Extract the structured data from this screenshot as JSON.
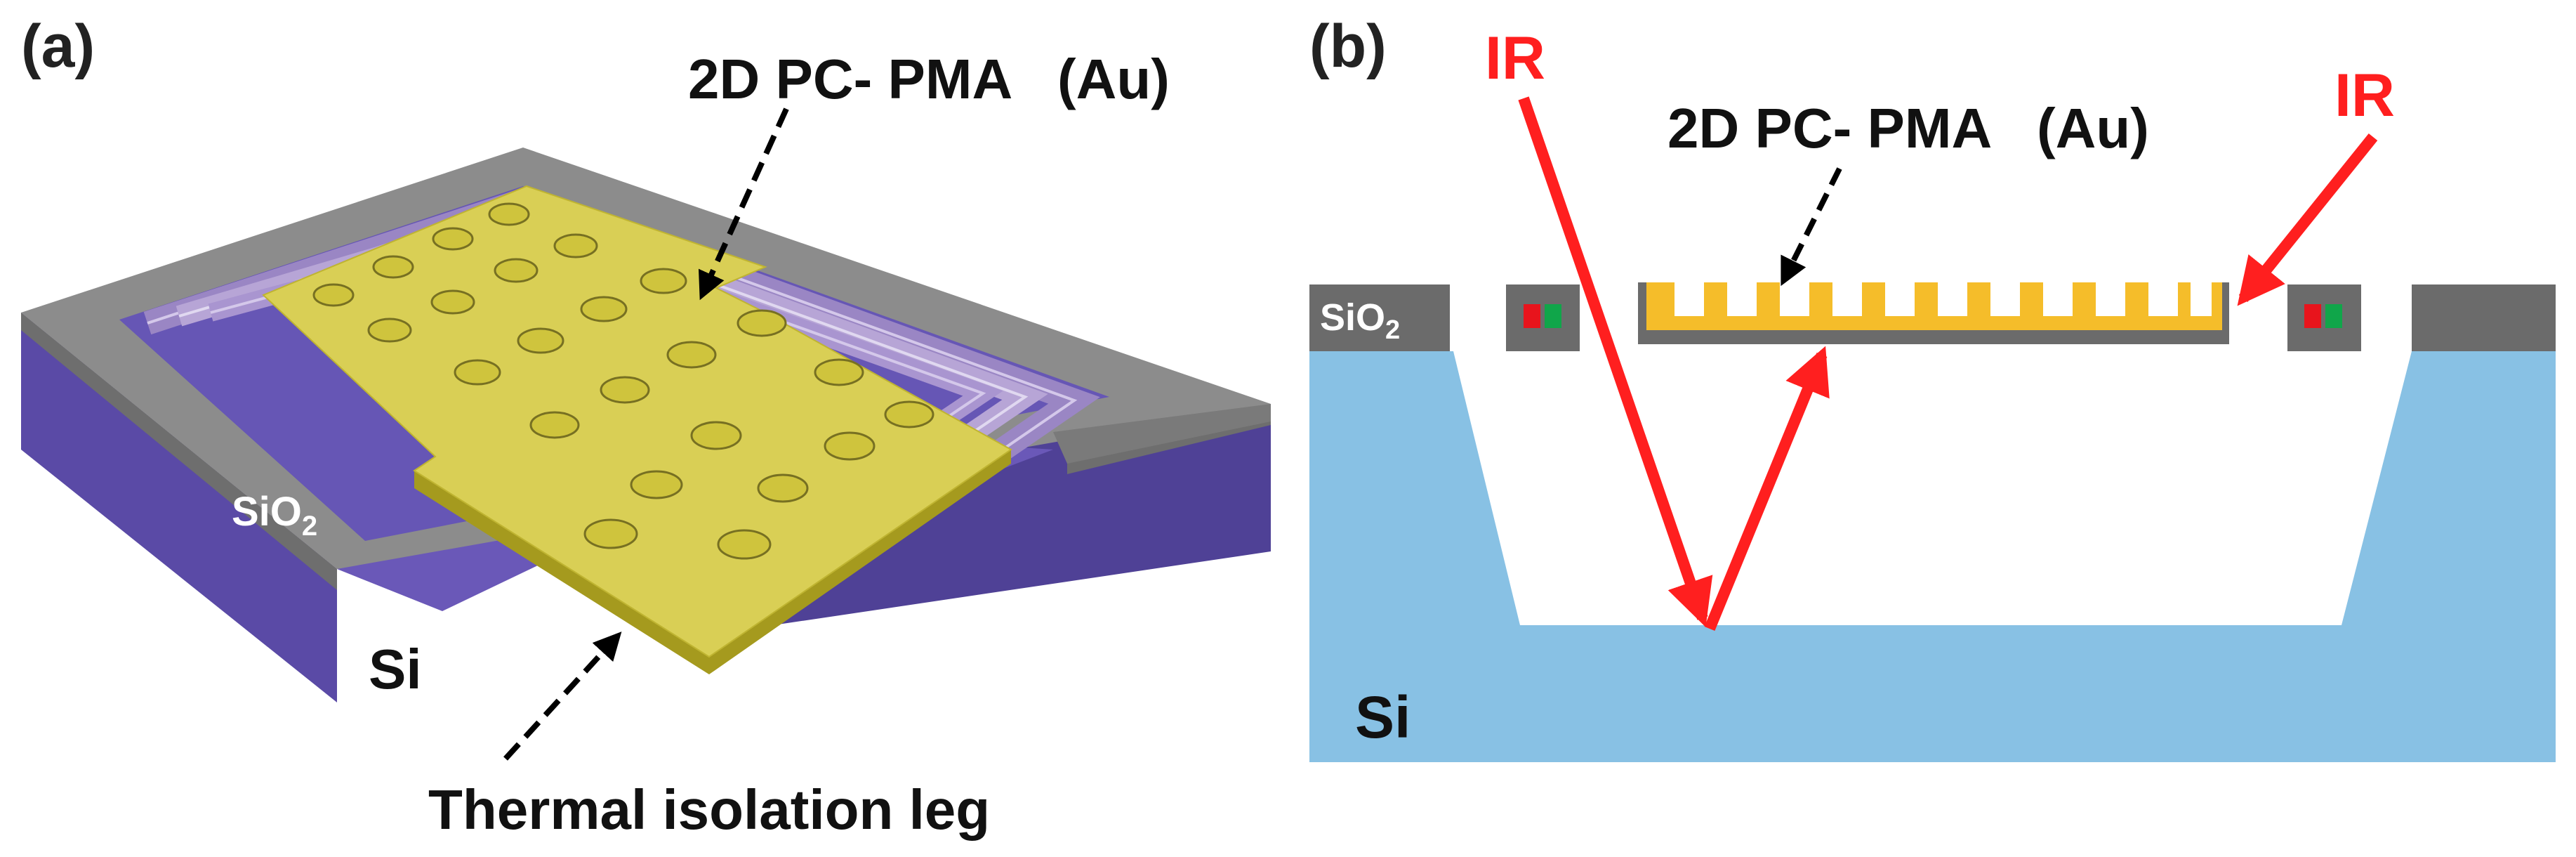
{
  "panel_a": {
    "label": "(a)",
    "pma_label": "2D PC- PMA   (Au)",
    "sio2_label": "SiO",
    "sio2_sub": "2",
    "si_label": "Si",
    "leg_label": "Thermal isolation leg"
  },
  "panel_b": {
    "label": "(b)",
    "ir_left": "IR",
    "ir_right": "IR",
    "pma_label": "2D PC- PMA   (Au)",
    "sio2_label": "SiO",
    "sio2_sub": "2",
    "si_label": "Si"
  },
  "colors": {
    "si_purple": "#5a4aa6",
    "sio2_gray": "#8c8c8c",
    "leg_lavender": "#b7a5d6",
    "gold": "#d9cf55",
    "si_blue": "#88c1e4",
    "au_orange": "#f5bd2a",
    "ir_red": "#ff1f1f"
  }
}
